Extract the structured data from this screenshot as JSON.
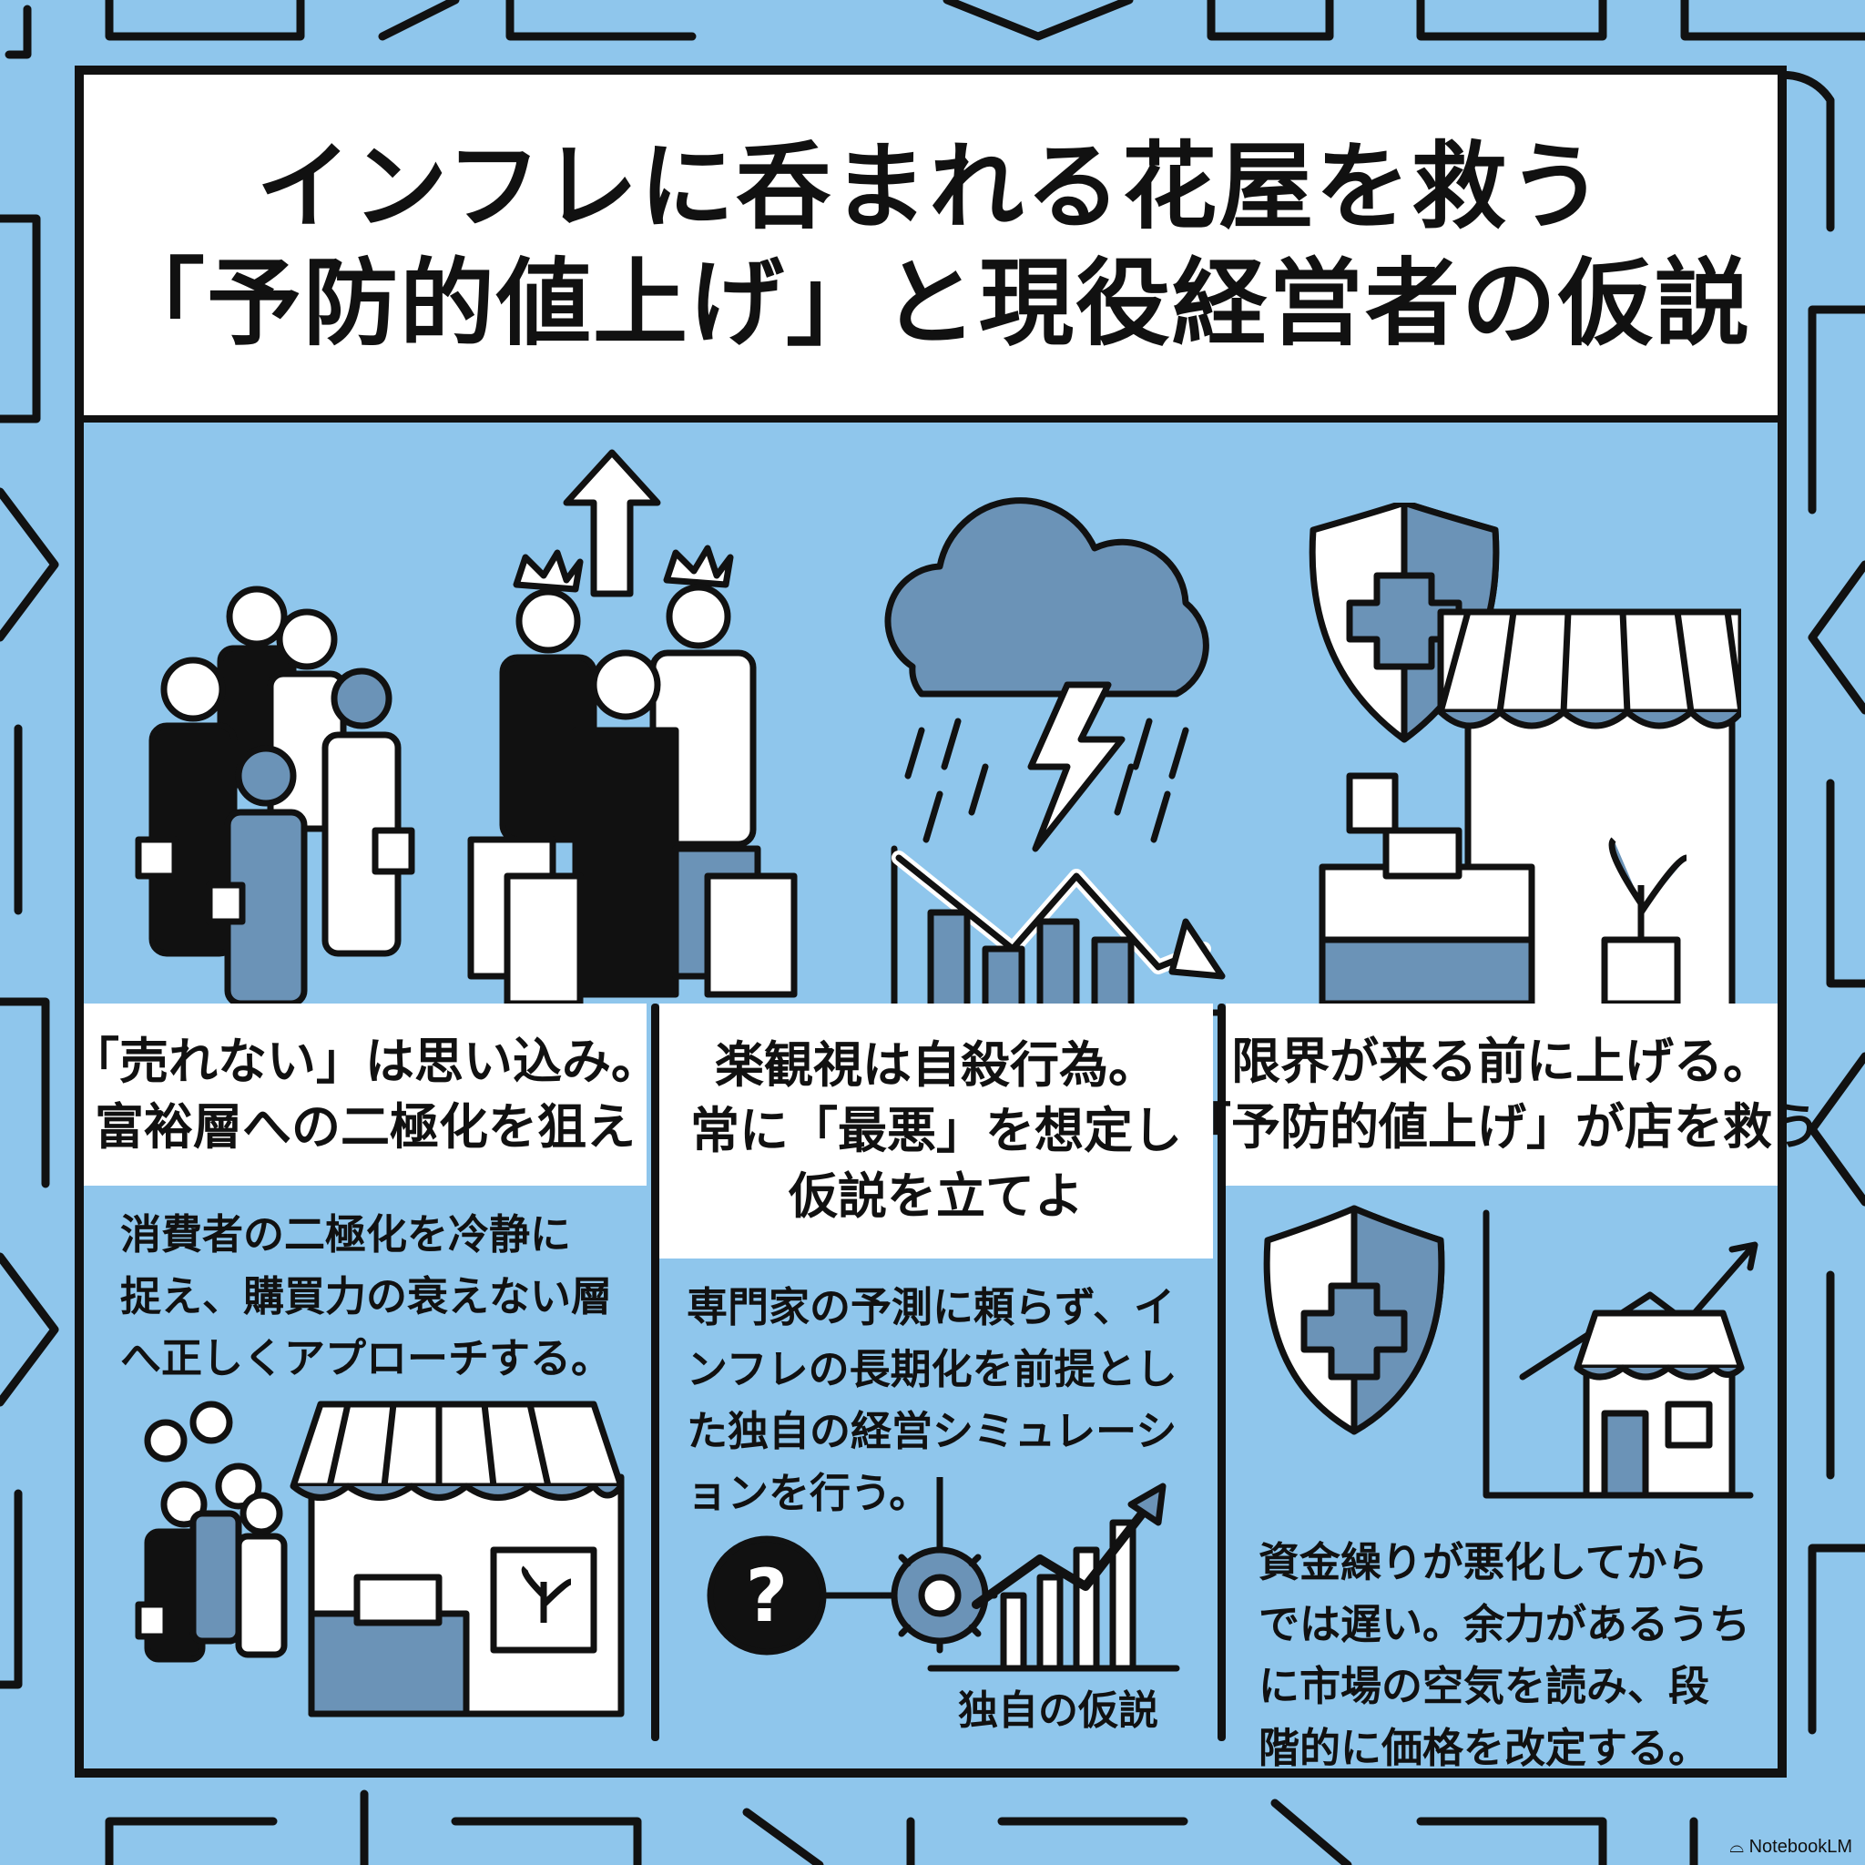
{
  "title": {
    "line1": "インフレに呑まれる花屋を救う",
    "line2": "「予防的値上げ」と現役経営者の仮説"
  },
  "columns": [
    {
      "heading": [
        "「売れない」は思い込み。",
        "富裕層への二極化を狙え"
      ],
      "body": [
        "消費者の二極化を冷静に",
        "捉え、購買力の衰えない層",
        "へ正しくアプローチする。"
      ]
    },
    {
      "heading": [
        "楽観視は自殺行為。",
        "常に「最悪」を想定し",
        "仮説を立てよ"
      ],
      "body": [
        "専門家の予測に頼らず、イ",
        "ンフレの長期化を前提とし",
        "た独自の経営シミュレーシ",
        "ョンを行う。"
      ],
      "caption": "独自の仮説"
    },
    {
      "heading": [
        "限界が来る前に上げる。",
        "「予防的値上げ」が店を救う"
      ],
      "body": [
        "資金繰りが悪化してから",
        "では遅い。余力があるうち",
        "に市場の空気を読み、段",
        "階的に価格を改定する。"
      ]
    }
  ],
  "icons": [
    "crowd-shoppers-icon",
    "wealthy-shoppers-icon",
    "storm-decline-icon",
    "shield-shop-icon",
    "shop-customers-icon",
    "hypothesis-gear-icon",
    "shield-growth-icon"
  ],
  "colors": {
    "background": "#8fc6ec",
    "mid_blue": "#6b93b7",
    "outline": "#111111",
    "panel": "#ffffff"
  },
  "footer": "NotebookLM"
}
